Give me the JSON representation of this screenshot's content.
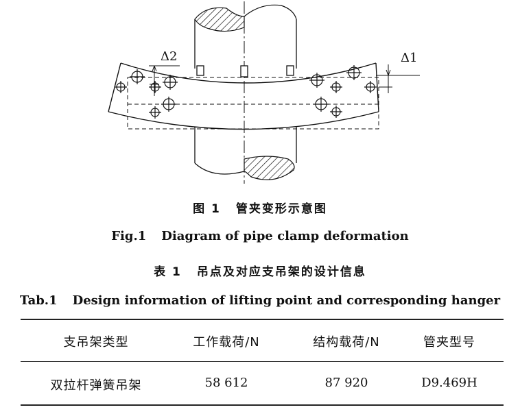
{
  "diagram": {
    "labels": {
      "delta1": "Δ1",
      "delta2": "Δ2"
    }
  },
  "figure_caption": {
    "cn_label": "图 1",
    "cn_title": "管夹变形示意图",
    "en_label": "Fig.1",
    "en_title": "Diagram of pipe clamp deformation"
  },
  "table_caption": {
    "cn_label": "表 1",
    "cn_title": "吊点及对应支吊架的设计信息",
    "en_label": "Tab.1",
    "en_title": "Design information of lifting point and corresponding hanger"
  },
  "table": {
    "headers": [
      "支吊架类型",
      "工作载荷/N",
      "结构载荷/N",
      "管夹型号"
    ],
    "rows": [
      [
        "双拉杆弹簧吊架",
        "58 612",
        "87 920",
        "D9.469H"
      ]
    ]
  }
}
